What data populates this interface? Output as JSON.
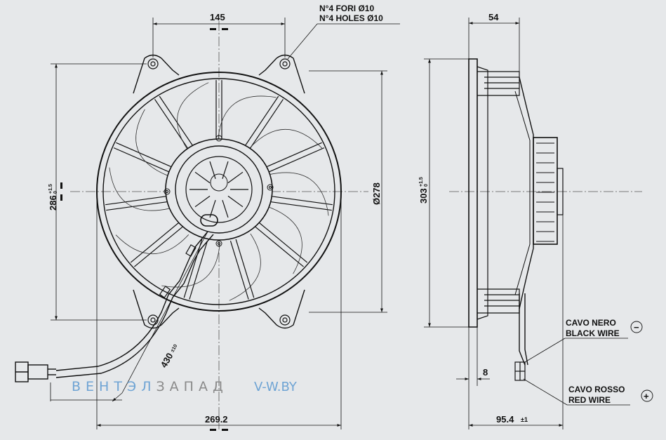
{
  "drawing": {
    "front": {
      "hole_spacing": "145",
      "holes_it": "N°4 FORI Ø10",
      "holes_en": "N°4 HOLES Ø10",
      "mount_height": "286",
      "mount_tol_plus": "+1.5",
      "mount_tol_minus": "0",
      "diameter": "Ø278",
      "width": "269.2",
      "cable_length": "430",
      "cable_tol": "±10"
    },
    "side": {
      "depth": "54",
      "height": "303",
      "height_tol_plus": "+1.5",
      "height_tol_minus": "0",
      "connector_offset": "8",
      "total_depth": "95.4",
      "total_tol": "±1"
    },
    "wires": {
      "black_it": "CAVO NERO",
      "black_en": "BLACK WIRE",
      "black_symbol": "−",
      "red_it": "CAVO ROSSO",
      "red_en": "RED WIRE",
      "red_symbol": "+"
    }
  },
  "watermark": {
    "brand_a": "ВЕНТЭЛ",
    "brand_b": "ЗАПАД",
    "site": "V-W.BY",
    "color_a": "#6fa4d4",
    "color_b": "#8a8a8a"
  },
  "colors": {
    "line": "#111111",
    "background": "#e6e8ea",
    "center_line": "#555555"
  }
}
